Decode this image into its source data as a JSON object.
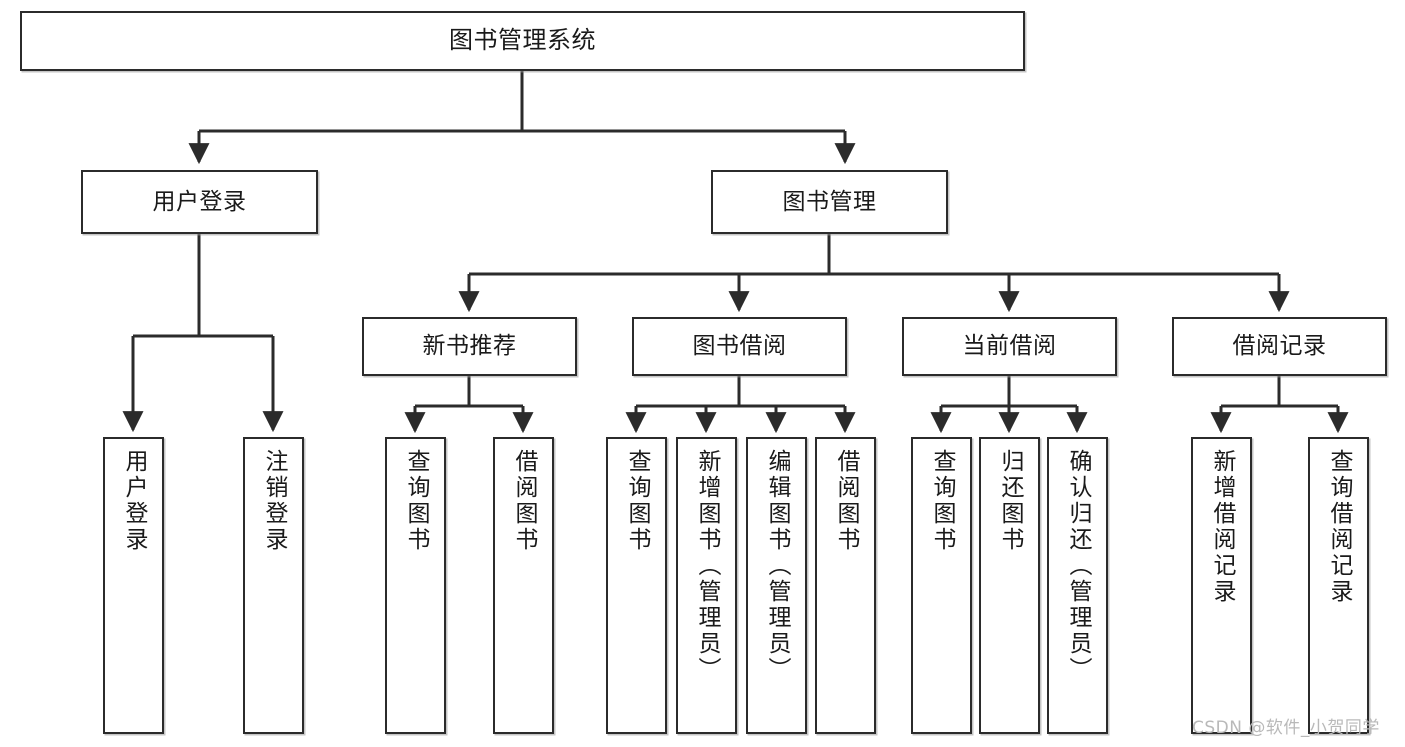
{
  "diagram": {
    "title": "图书管理系统",
    "type": "tree-hierarchy-diagram",
    "watermark": "CSDN @软件_小贺同学",
    "colors": {
      "stroke": "#2b2b2b",
      "fill": "#ffffff",
      "text": "#1a1a1a",
      "watermark": "#b9b9b9",
      "background": "#ffffff"
    },
    "levels": {
      "level1": "系统",
      "level2": "模块",
      "level3": "子模块",
      "level4": "功能"
    }
  },
  "nodes": {
    "root": {
      "label": "图书管理系统"
    },
    "level2": [
      {
        "key": "user_login",
        "label": "用户登录"
      },
      {
        "key": "book_manage",
        "label": "图书管理"
      }
    ],
    "level3": [
      {
        "key": "new_book_rec",
        "label": "新书推荐"
      },
      {
        "key": "book_borrow",
        "label": "图书借阅"
      },
      {
        "key": "current_borrow",
        "label": "当前借阅"
      },
      {
        "key": "borrow_record",
        "label": "借阅记录"
      }
    ],
    "leaves": {
      "user_login": [
        {
          "key": "login",
          "label": "用户登录"
        },
        {
          "key": "logout",
          "label": "注销登录"
        }
      ],
      "new_book_rec": [
        {
          "key": "query_book_1",
          "label": "查询图书"
        },
        {
          "key": "borrow_book_1",
          "label": "借阅图书"
        }
      ],
      "book_borrow": [
        {
          "key": "query_book_2",
          "label": "查询图书"
        },
        {
          "key": "add_book",
          "label": "新增图书（管理员）"
        },
        {
          "key": "edit_book",
          "label": "编辑图书（管理员）"
        },
        {
          "key": "borrow_book_2",
          "label": "借阅图书"
        }
      ],
      "current_borrow": [
        {
          "key": "query_book_3",
          "label": "查询图书"
        },
        {
          "key": "return_book",
          "label": "归还图书"
        },
        {
          "key": "confirm_return",
          "label": "确认归还（管理员）"
        }
      ],
      "borrow_record": [
        {
          "key": "add_record",
          "label": "新增借阅记录"
        },
        {
          "key": "query_record",
          "label": "查询借阅记录"
        }
      ]
    }
  }
}
